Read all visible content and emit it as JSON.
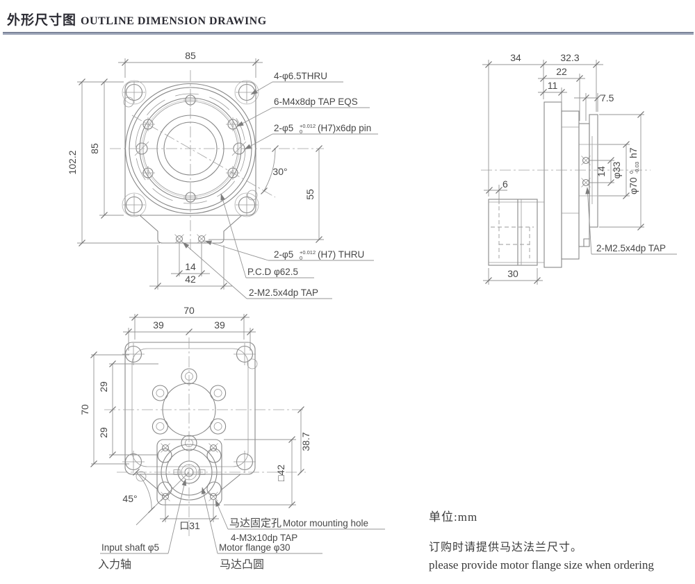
{
  "title": {
    "zh": "外形尺寸图",
    "en": "OUTLINE DIMENSION DRAWING"
  },
  "notes": {
    "unit": "单位:mm",
    "order_zh": "订购时请提供马达法兰尺寸。",
    "order_en": "please provide motor flange size when ordering"
  },
  "colors": {
    "rule": "#99a1b5",
    "line": "#878787",
    "text": "#474747"
  },
  "front_view": {
    "dims": {
      "w85": "85",
      "h102": "102.2",
      "h85": "85",
      "a30": "30°",
      "v55": "55",
      "s14": "14",
      "b42": "42"
    },
    "labels": {
      "thru4": "4-φ6.5THRU",
      "tap6": "6-M4x8dp TAP EQS",
      "pin_main": "2-φ5",
      "pin_tol_up": "+0.012",
      "pin_tol_dn": "0",
      "pin_suf": "(H7)x6dp pin",
      "thru_main": "2-φ5",
      "thru_tol_up": "+0.012",
      "thru_tol_dn": "0",
      "thru_suf": "(H7) THRU",
      "pcd": "P.C.D φ62.5",
      "tap2": "2-M2.5x4dp TAP"
    }
  },
  "side_view": {
    "dims": {
      "d34": "34",
      "d323": "32.3",
      "d22": "22",
      "d11": "11",
      "d75": "7.5",
      "d6": "6",
      "d14": "14",
      "d30": "30",
      "phi33": "φ33",
      "phi70": "φ70",
      "phi70_up": "0",
      "phi70_dn": "-0.03",
      "phi70_suf": "h7"
    },
    "labels": {
      "tap2": "2-M2.5x4dp TAP"
    }
  },
  "bottom_view": {
    "dims": {
      "t70": "70",
      "l39": "39",
      "r39": "39",
      "t29": "29",
      "b29": "29",
      "v70": "70",
      "d387": "38.7",
      "sq42": "□42",
      "sq31": "口31",
      "a45": "45°"
    },
    "labels": {
      "input_en": "Input shaft φ5",
      "input_zh": "入力轴",
      "mount_zh": "马达固定孔",
      "mount_en": "Motor mounting hole",
      "mount_tap": "4-M3x10dp TAP",
      "flange_en": "Motor flange φ30",
      "flange_zh": "马达凸圆"
    }
  }
}
